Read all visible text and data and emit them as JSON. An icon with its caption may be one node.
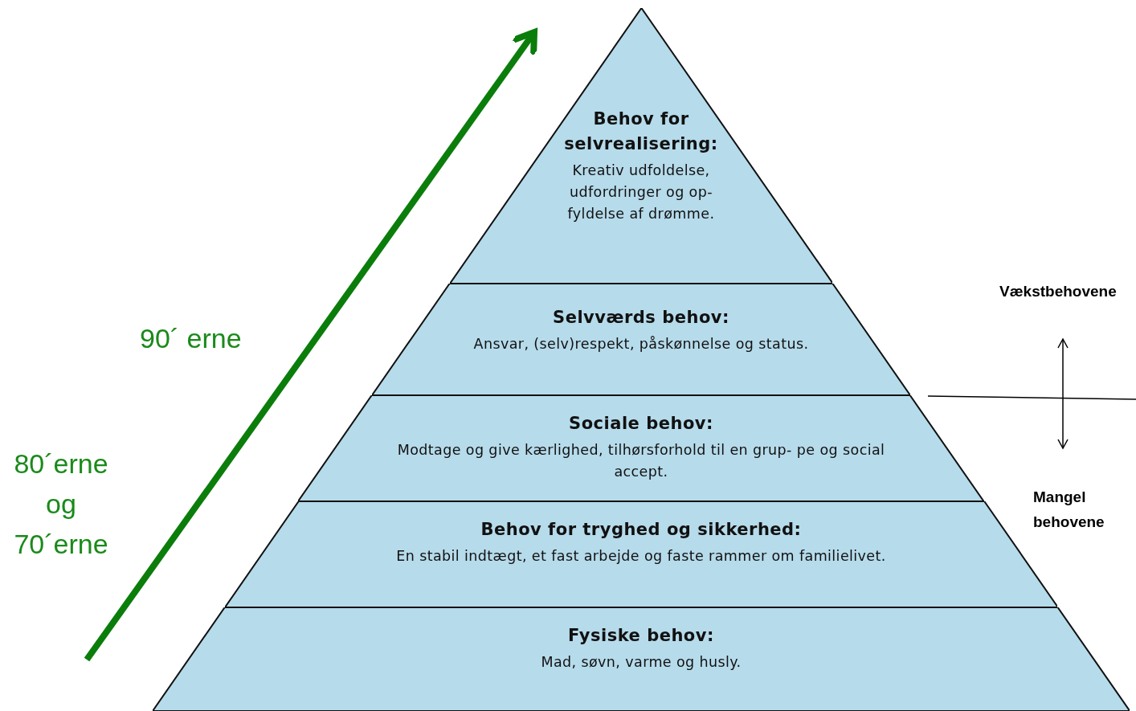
{
  "diagram": {
    "nodes": [
      {
        "text": [
          "Behov for selvrealisering:",
          "Kreativ udfoldelse, udfordringer og op- fyldelse af drømme."
        ]
      },
      {
        "text": [
          "Selvværds behov:",
          "Ansvar, (selv)respekt, påskønnelse og status."
        ]
      },
      {
        "text": [
          "Sociale behov:",
          "Modtage og give kærlighed, tilhørsforhold til en grup- pe og social accept."
        ]
      },
      {
        "text": [
          "Behov for tryghed og sikkerhed:",
          "En stabil indtægt, et fast arbejde og faste rammer om familielivet."
        ]
      },
      {
        "text": [
          "Fysiske behov:",
          "Mad, søvn, varme og husly."
        ]
      }
    ],
    "labels": [
      "Vækstbehovene",
      "90´ erne",
      "80´erne og 70´erne",
      "Mangel behovene"
    ]
  }
}
